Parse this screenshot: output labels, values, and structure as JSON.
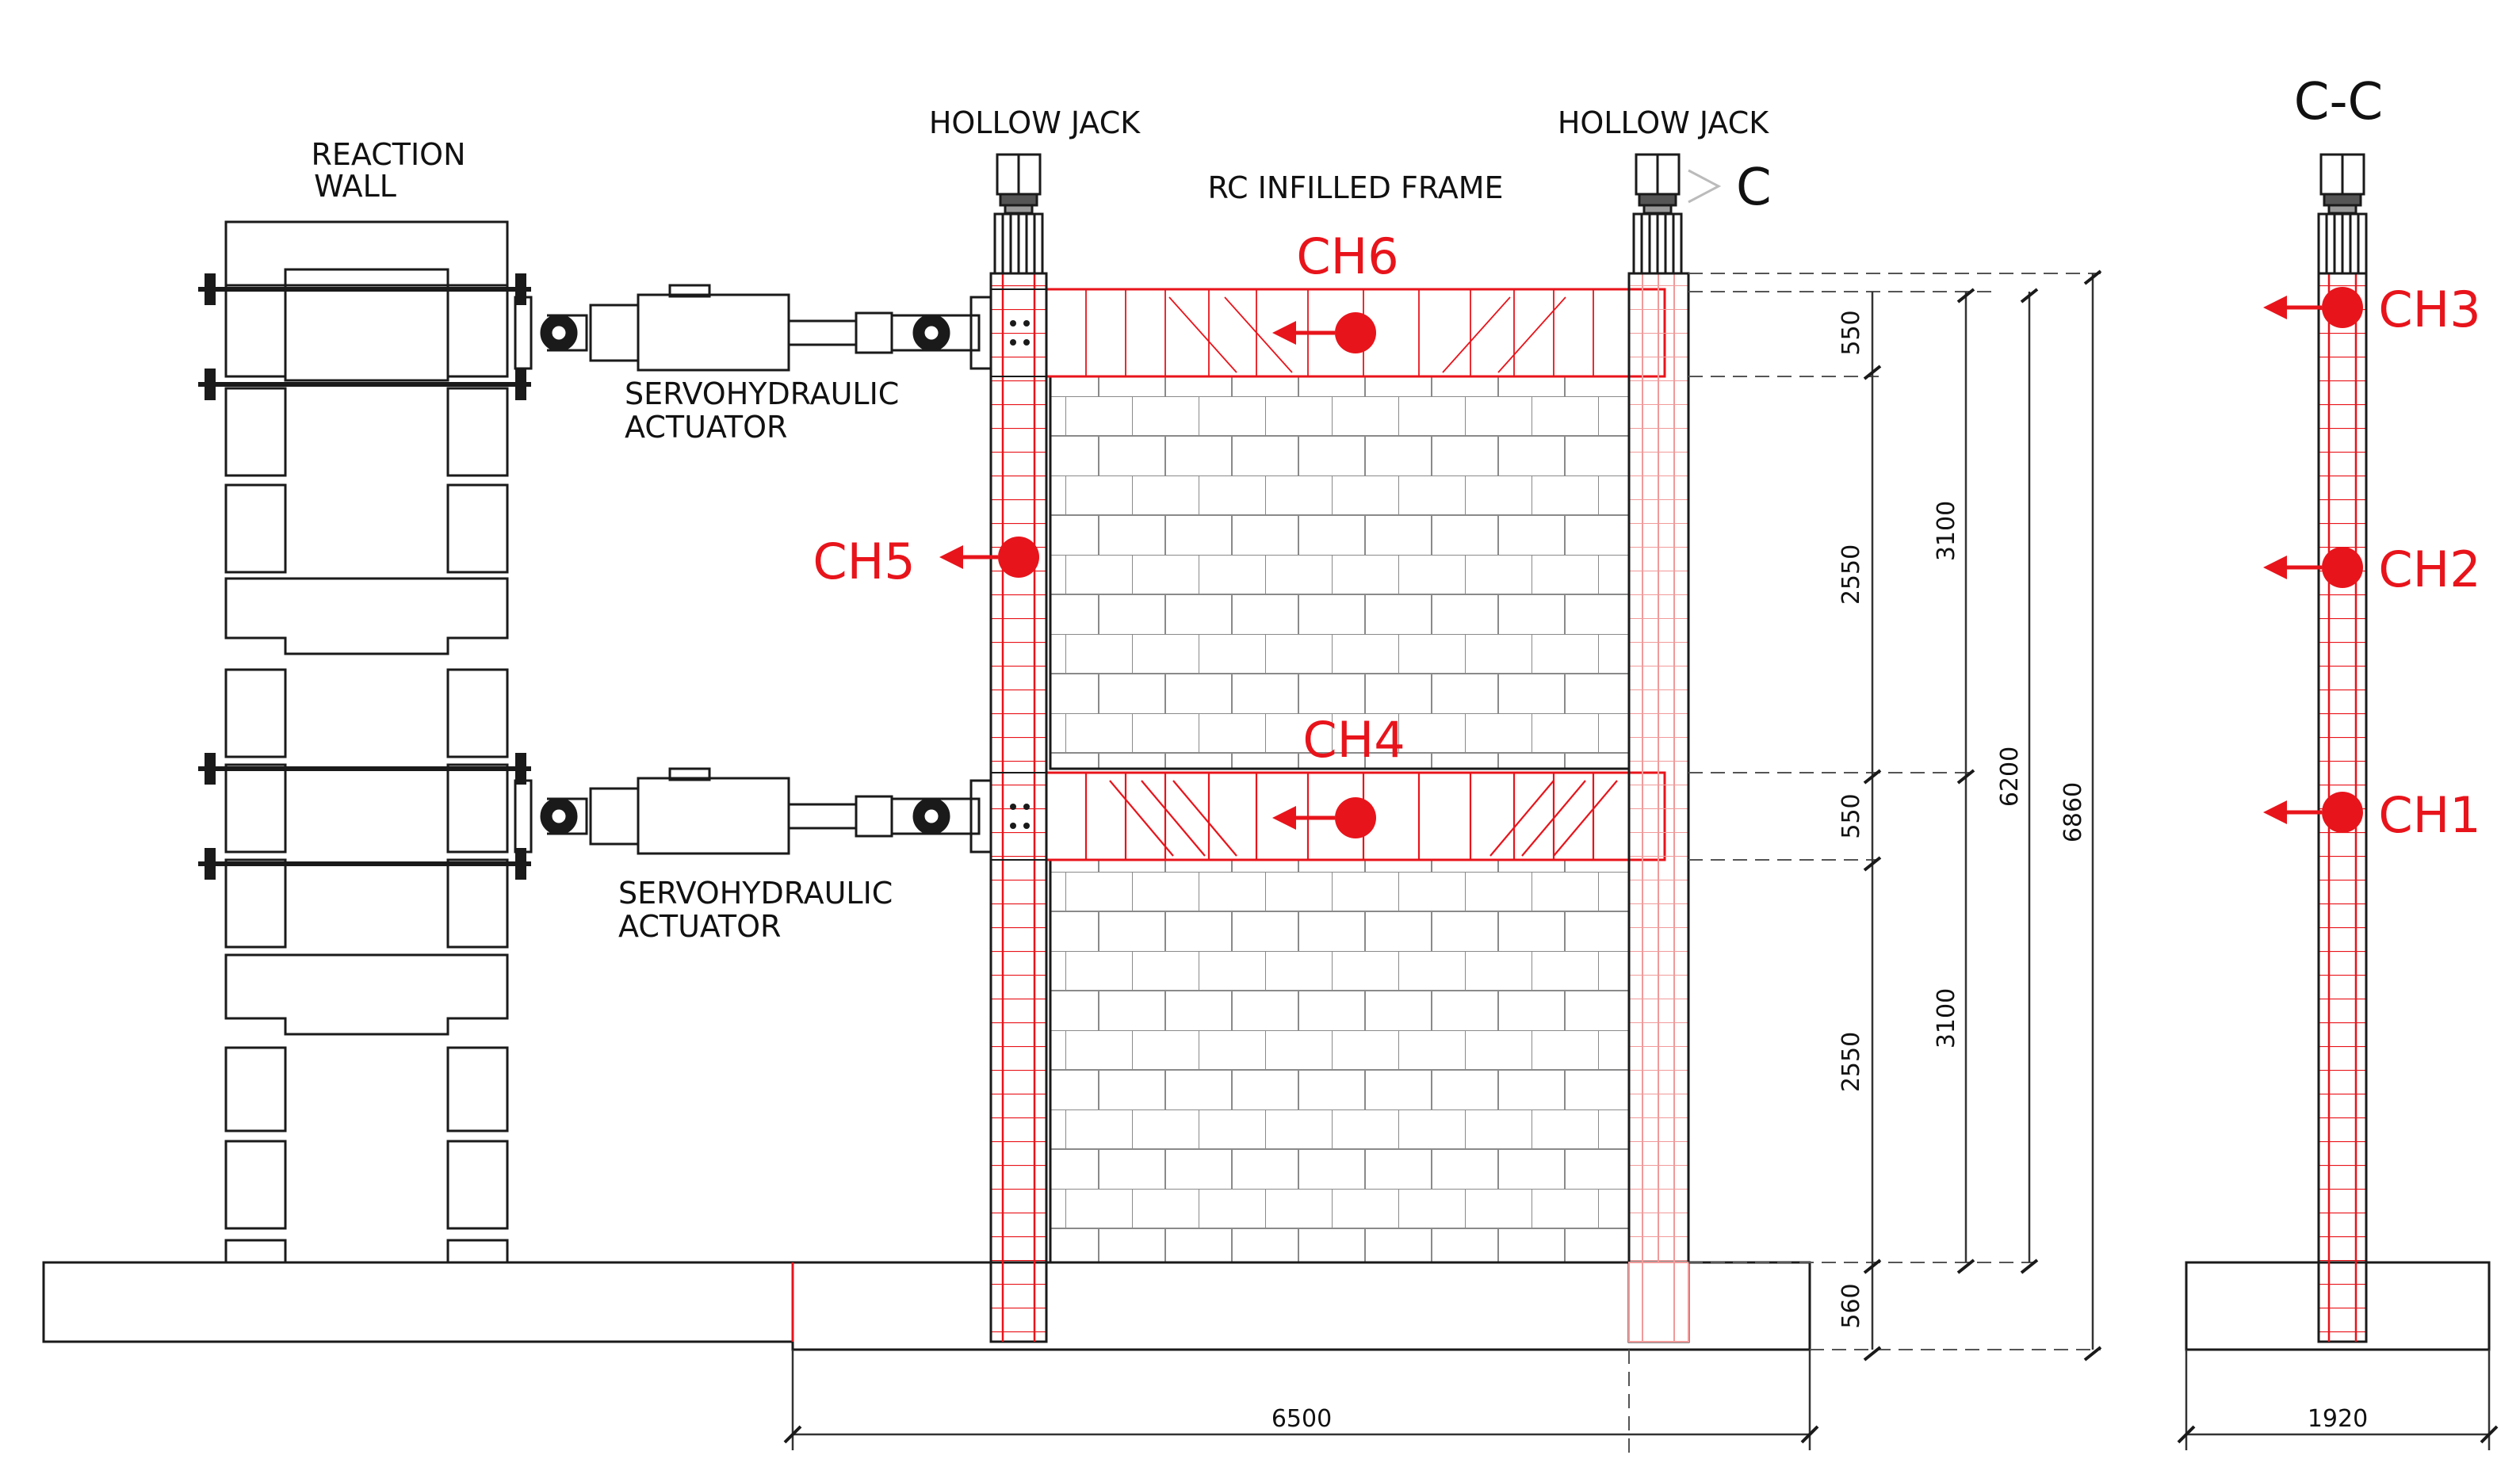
{
  "labels": {
    "reaction_wall_1": "REACTION",
    "reaction_wall_2": "WALL",
    "hollow_jack_left": "HOLLOW JACK",
    "hollow_jack_right": "HOLLOW JACK",
    "frame": "RC INFILLED FRAME",
    "section_marker": "C",
    "section_title": "C-C",
    "actuator_top_1": "SERVOHYDRAULIC",
    "actuator_top_2": "ACTUATOR",
    "actuator_bottom_1": "SERVOHYDRAULIC",
    "actuator_bottom_2": "ACTUATOR"
  },
  "channels": {
    "ch1": "CH1",
    "ch2": "CH2",
    "ch3": "CH3",
    "ch4": "CH4",
    "ch5": "CH5",
    "ch6": "CH6"
  },
  "dimensions": {
    "d550_top": "550",
    "d2550_top": "2550",
    "d550_mid": "550",
    "d2550_bottom": "2550",
    "d560": "560",
    "d3100_top": "3100",
    "d3100_bottom": "3100",
    "d6200": "6200",
    "d6860": "6860",
    "d6500": "6500",
    "d1920": "1920"
  },
  "colors": {
    "accent": "#e8141b",
    "line": "#1a1a1a",
    "light_red": "#f19a9a"
  }
}
